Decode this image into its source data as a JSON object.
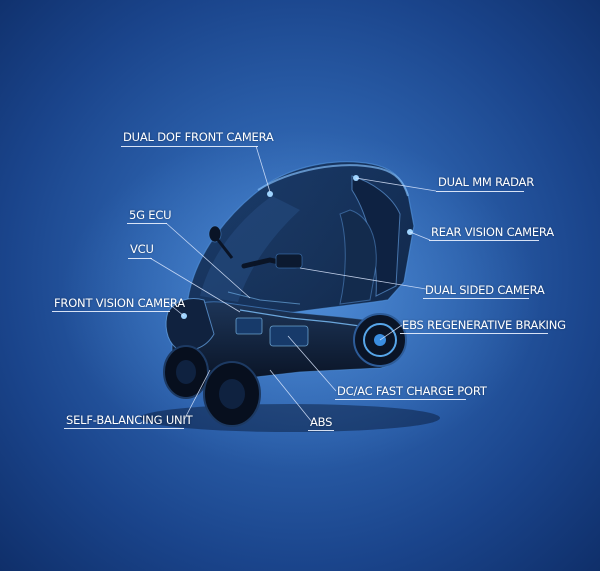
{
  "labels": {
    "dual_dof_front_camera": "DUAL DOF FRONT CAMERA",
    "dual_mm_radar": "DUAL MM RADAR",
    "rear_vision_camera": "REAR VISION CAMERA",
    "five_g_ecu": "5G ECU",
    "vcu": "VCU",
    "dual_sided_camera": "DUAL SIDED CAMERA",
    "front_vision_camera": "FRONT VISION CAMERA",
    "ebs_regenerative_braking": "EBS REGENERATIVE BRAKING",
    "dc_ac_fast_charge_port": "DC/AC FAST CHARGE PORT",
    "self_balancing_unit": "SELF-BALANCING UNIT",
    "abs": "ABS"
  },
  "colors": {
    "background_center": "#3f79c4",
    "background_edge": "#0f2f6a",
    "label_text": "#ffffff",
    "leader_line": "#dce8ff",
    "vehicle_glow": "#6fb6ff"
  }
}
